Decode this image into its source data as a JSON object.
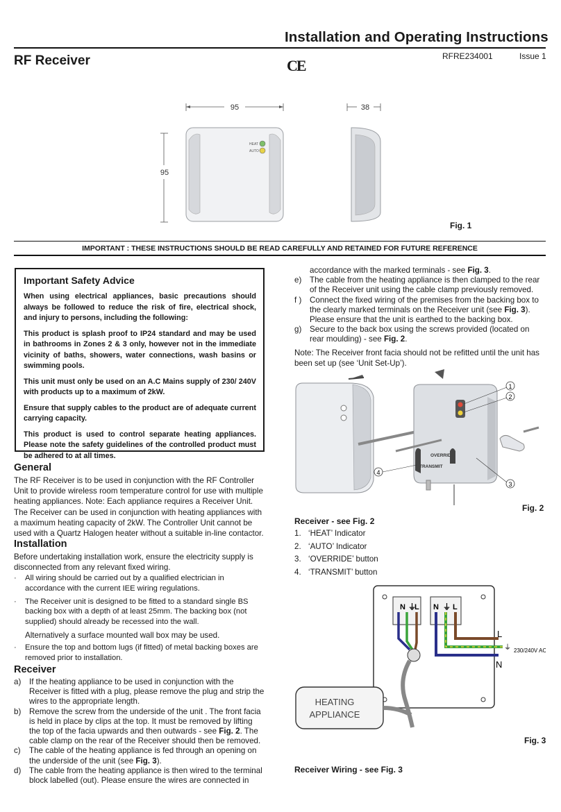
{
  "header": {
    "title": "Installation and Operating Instructions",
    "doc_title": "RF Receiver",
    "ce_mark": "CE",
    "doc_number": "RFRE234001",
    "issue": "Issue 1"
  },
  "fig1": {
    "width_label": "95",
    "height_label": "95",
    "depth_label": "38",
    "heat_label": "HEAT",
    "auto_label": "AUTO",
    "caption": "Fig. 1"
  },
  "important": "IMPORTANT : THESE INSTRUCTIONS SHOULD BE READ CAREFULLY AND RETAINED FOR FUTURE REFERENCE",
  "safety": {
    "title": "Important Safety Advice",
    "paragraphs": [
      "When using electrical appliances, basic precautions should always be followed to reduce the risk of fire, electrical shock, and injury to persons, including the following:",
      "This product is splash proof to IP24 standard and may be used in bathrooms in Zones 2 & 3 only, however not in the immediate vicinity of baths, showers, water connections, wash basins or swimming pools.",
      "This unit must only be used on an A.C Mains supply of 230/ 240V with products up to a maximum of 2kW.",
      "Ensure that supply cables to the product are of adequate current carrying capacity.",
      "This product is used to control separate heating appliances. Please note the safety guidelines of the controlled product must be adhered to at all times."
    ]
  },
  "general": {
    "heading": "General",
    "p1": "The RF Receiver is to be used in conjunction with the RF Controller Unit to provide wireless room temperature control for use with multiple heating appliances. Note: Each appliance requires a Receiver Unit.",
    "p2": "The Receiver can be used in conjunction with heating appliances with a maximum heating capacity of 2kW. The Controller Unit cannot be used with a Quartz Halogen heater without a suitable in-line contactor."
  },
  "installation": {
    "heading": "Installation",
    "intro": "Before undertaking installation work, ensure the electricity supply is disconnected from any relevant fixed wiring.",
    "bullets": [
      "All wiring should be carried out by a qualified electrician in accordance with the current IEE wiring regulations.",
      "The Receiver unit is designed to be fitted to a standard single BS backing box with a depth of at least 25mm. The backing box (not supplied) should already be recessed into the wall.",
      "Ensure the top and bottom lugs (if fitted) of metal backing boxes are removed prior to installation."
    ],
    "alt": "Alternatively a surface mounted wall box may be used."
  },
  "receiver": {
    "heading": "Receiver",
    "steps": [
      {
        "label": "a)",
        "text": "If the heating appliance to be used in conjunction with the Receiver is fitted with a plug, please remove the plug and strip the wires to the appropriate length."
      },
      {
        "label": "b)",
        "text_a": "Remove the screw from the underside of the unit . The front facia is held in place by clips at the top. It must be removed by lifting the top of the facia upwards and then outwards - see ",
        "ref": "Fig. 2",
        "text_b": ". The cable clamp on the rear of the Receiver should then be removed."
      },
      {
        "label": "c)",
        "text_a": "The cable of the heating appliance is fed through an opening on the underside of the unit (see ",
        "ref": "Fig. 3",
        "text_b": ")."
      },
      {
        "label": "d)",
        "text": "The cable from the heating appliance is then wired to the terminal block labelled (out). Please ensure the wires are connected in"
      },
      {
        "cont_a": "accordance with the marked terminals - see ",
        "ref": "Fig. 3",
        "cont_b": "."
      },
      {
        "label": "e)",
        "text": "The cable from the heating appliance is then clamped to the rear of the Receiver unit using the cable clamp previously removed."
      },
      {
        "label": "f )",
        "text_a": "Connect the fixed wiring of the premises from the backing box to the clearly marked terminals on the Receiver unit (see ",
        "ref": "Fig. 3",
        "text_b": "). Please ensure that the unit is earthed to the backing box."
      },
      {
        "label": "g)",
        "text_a": "Secure  to the back box using the screws provided (located on rear moulding) - see ",
        "ref": "Fig. 2",
        "text_b": "."
      }
    ],
    "note": "Note: The Receiver front facia should not be refitted until the unit has been set up (see ‘Unit Set-Up’)."
  },
  "fig2": {
    "caption": "Fig. 2",
    "override_label": "OVERRIDE",
    "transmit_label": "TRANSMIT",
    "callouts": [
      "1",
      "2",
      "3",
      "4"
    ],
    "legend_heading": "Receiver - see Fig. 2",
    "legend": [
      {
        "n": "1.",
        "text": "‘HEAT’ Indicator"
      },
      {
        "n": "2.",
        "text": "‘AUTO’ Indicator"
      },
      {
        "n": "3.",
        "text": "‘OVERRIDE’ button"
      },
      {
        "n": "4.",
        "text": "‘TRANSMIT’ button"
      }
    ]
  },
  "fig3": {
    "caption": "Fig. 3",
    "terminal_n": "N",
    "terminal_l": "L",
    "line_l": "L",
    "line_n": "N",
    "supply": "230/240V AC",
    "appliance_line1": "HEATING",
    "appliance_line2": "APPLIANCE",
    "heading": "Receiver Wiring - see Fig. 3"
  },
  "colors": {
    "brown": "#7a4a2a",
    "green_yellow": "#3aa43a",
    "blue": "#2a2f8a"
  }
}
